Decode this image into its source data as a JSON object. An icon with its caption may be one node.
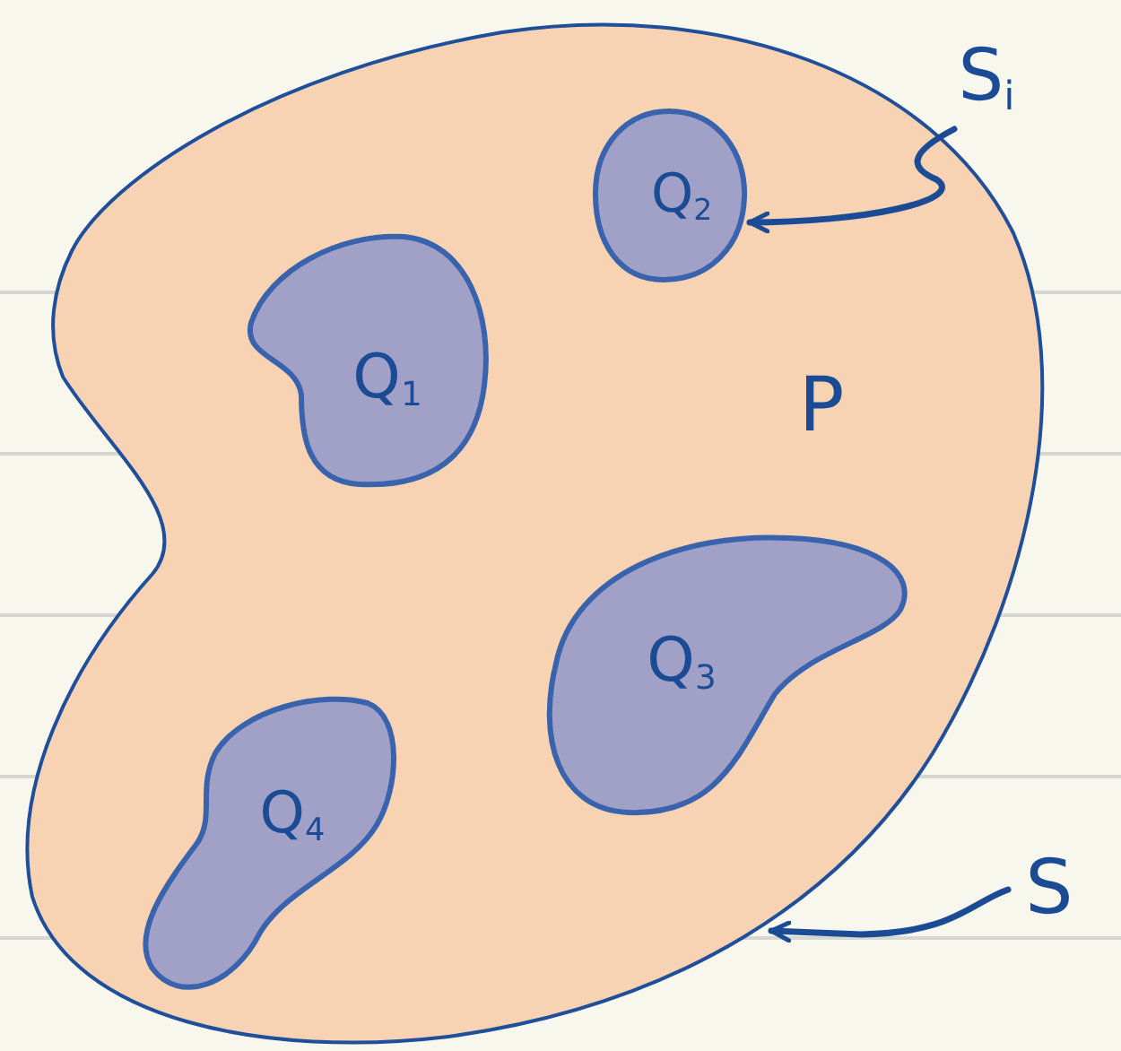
{
  "diagram": {
    "nodes": [
      {
        "text": [
          "P"
        ]
      },
      {
        "text": [
          "Q$_{1}$"
        ],
        "in": 0
      },
      {
        "text": [
          "Q$_{2}$"
        ],
        "in": 0
      },
      {
        "text": [
          "Q$_{3}$"
        ],
        "in": 0
      },
      {
        "text": [
          "Q$_{4}$"
        ],
        "in": 0
      },
      {
        "text": [
          "S$_{i}$"
        ]
      },
      {
        "text": [
          "S"
        ]
      }
    ],
    "edges": [
      {
        "from": 5,
        "to": 2,
        "arrow": "to"
      },
      {
        "from": 6,
        "to": 0,
        "arrow": "to"
      }
    ]
  }
}
